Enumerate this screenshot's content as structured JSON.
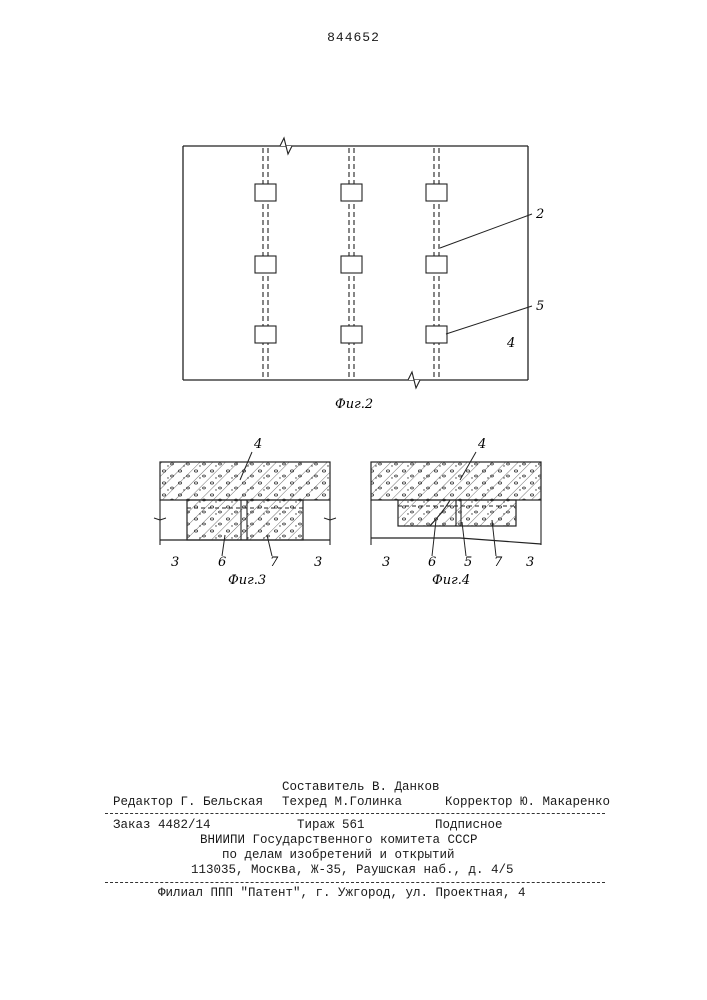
{
  "patent_number": "844652",
  "figures": {
    "fig2": {
      "label": "Фиг.2",
      "callouts": [
        "2",
        "5",
        "4"
      ]
    },
    "fig3": {
      "label": "Фиг.3",
      "callouts": [
        "4",
        "3",
        "6",
        "7",
        "3"
      ]
    },
    "fig4": {
      "label": "Фиг.4",
      "callouts": [
        "4",
        "3",
        "6",
        "5",
        "7",
        "3"
      ]
    }
  },
  "imprint": {
    "compiler": "Составитель В. Данков",
    "editor": "Редактор Г. Бельская",
    "techred": "Техред М.Голинка",
    "corrector": "Корректор Ю. Макаренко",
    "order": "Заказ 4482/14",
    "circulation": "Тираж 561",
    "subscription": "Подписное",
    "org_line1": "ВНИИПИ Государственного комитета СССР",
    "org_line2": "по делам изобретений и открытий",
    "address": "113035, Москва, Ж-35, Раушская наб., д. 4/5",
    "branch": "Филиал ППП \"Патент\", г. Ужгород, ул. Проектная, 4"
  }
}
